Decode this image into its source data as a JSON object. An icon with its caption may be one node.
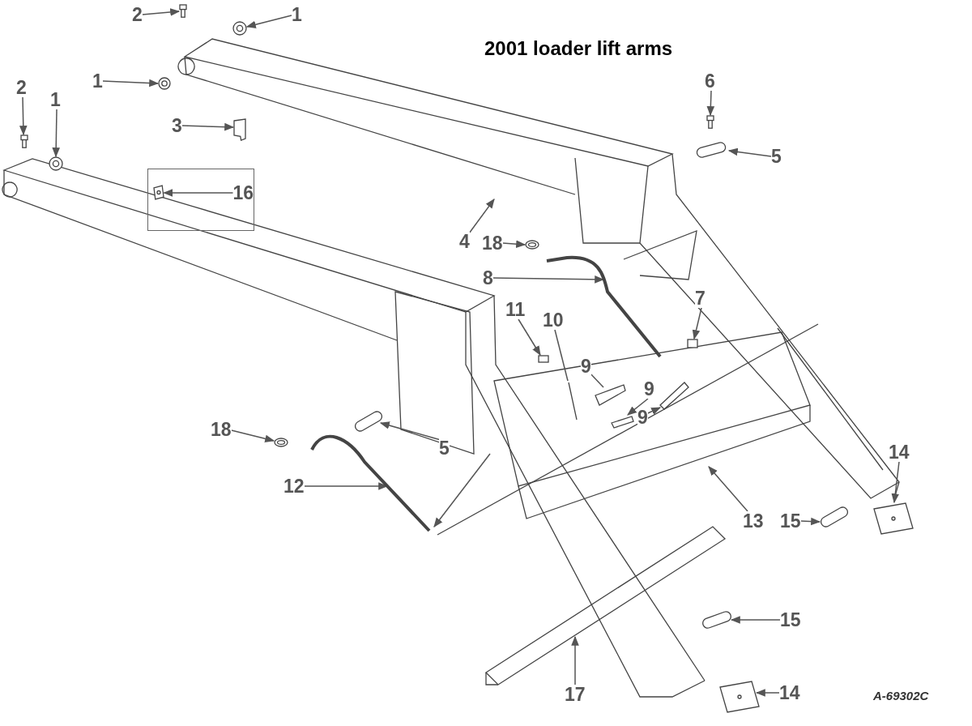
{
  "diagram": {
    "title": "2001 loader lift arms",
    "nodes": [
      {
        "text": [
          "2"
        ]
      },
      {
        "text": [
          "1"
        ]
      },
      {
        "text": [
          "1"
        ]
      },
      {
        "text": [
          "6"
        ]
      },
      {
        "text": [
          "2"
        ]
      },
      {
        "text": [
          "1"
        ]
      },
      {
        "text": [
          "3"
        ]
      },
      {
        "text": [
          "5"
        ]
      },
      {
        "text": [],
        "shape": "box"
      },
      {
        "text": [
          "16"
        ],
        "in": 8
      },
      {
        "text": [
          "4"
        ]
      },
      {
        "text": [
          "18"
        ]
      },
      {
        "text": [
          "8"
        ]
      },
      {
        "text": [
          "7"
        ]
      },
      {
        "text": [
          "11"
        ]
      },
      {
        "text": [
          "10"
        ]
      },
      {
        "text": [
          "9"
        ]
      },
      {
        "text": [
          "9"
        ]
      },
      {
        "text": [
          "9"
        ]
      },
      {
        "text": [
          "18"
        ]
      },
      {
        "text": [
          "5"
        ]
      },
      {
        "text": [
          "12"
        ]
      },
      {
        "text": [
          "14"
        ]
      },
      {
        "text": [
          "13"
        ]
      },
      {
        "text": [
          "15"
        ]
      },
      {
        "text": [
          "15"
        ]
      },
      {
        "text": [
          "14"
        ]
      },
      {
        "text": [
          "17"
        ]
      },
      {
        "text": [],
        "shape": "bolt"
      },
      {
        "text": [],
        "shape": "nut"
      },
      {
        "text": [],
        "shape": "nut"
      },
      {
        "text": [],
        "shape": "bolt"
      },
      {
        "text": [],
        "shape": "bracket"
      },
      {
        "text": [],
        "shape": "bolt"
      },
      {
        "text": [],
        "shape": "pin"
      },
      {
        "text": [],
        "shape": "nut"
      },
      {
        "text": [],
        "shape": "plate",
        "in": 8
      },
      {
        "text": [],
        "shape": "washer"
      },
      {
        "text": [],
        "shape": "hose"
      },
      {
        "text": [],
        "shape": "fitting"
      },
      {
        "text": [],
        "shape": "fitting"
      },
      {
        "text": [],
        "shape": "rod"
      },
      {
        "text": [],
        "shape": "clip"
      },
      {
        "text": [],
        "shape": "clip"
      },
      {
        "text": [],
        "shape": "clip"
      },
      {
        "text": [],
        "shape": "pin"
      },
      {
        "text": [],
        "shape": "washer"
      },
      {
        "text": [],
        "shape": "hose"
      },
      {
        "text": [],
        "shape": "plate"
      },
      {
        "text": [],
        "shape": "pin"
      },
      {
        "text": [],
        "shape": "pin"
      },
      {
        "text": [],
        "shape": "plate"
      }
    ],
    "edges": [
      {
        "from": 0,
        "to": 28,
        "arrow": "to"
      },
      {
        "from": 1,
        "to": 29,
        "arrow": "to"
      },
      {
        "from": 2,
        "to": 30,
        "arrow": "to"
      },
      {
        "from": 3,
        "to": 31,
        "arrow": "to"
      },
      {
        "from": 4,
        "to": 33,
        "arrow": "to"
      },
      {
        "from": 5,
        "to": 35,
        "arrow": "to"
      },
      {
        "from": 6,
        "to": 32,
        "arrow": "to"
      },
      {
        "from": 7,
        "to": 34,
        "arrow": "to"
      },
      {
        "from": 9,
        "to": 36,
        "arrow": "to"
      },
      {
        "from": 10,
        "to": null,
        "arrow": "to"
      },
      {
        "from": 11,
        "to": 37,
        "arrow": "to"
      },
      {
        "from": 12,
        "to": 38,
        "arrow": "to"
      },
      {
        "from": 13,
        "to": 39,
        "arrow": "to"
      },
      {
        "from": 14,
        "to": 40,
        "arrow": "to"
      },
      {
        "from": 15,
        "to": 41,
        "arrow": "none"
      },
      {
        "from": 16,
        "to": 42,
        "arrow": "none"
      },
      {
        "from": 17,
        "to": 44,
        "arrow": "to"
      },
      {
        "from": 18,
        "to": 43,
        "arrow": "to"
      },
      {
        "from": 19,
        "to": 46,
        "arrow": "to"
      },
      {
        "from": 20,
        "to": 45,
        "arrow": "to"
      },
      {
        "from": 21,
        "to": 47,
        "arrow": "to"
      },
      {
        "from": 22,
        "to": 48,
        "arrow": "to"
      },
      {
        "from": 23,
        "to": null,
        "arrow": "to"
      },
      {
        "from": 24,
        "to": 49,
        "arrow": "to"
      },
      {
        "from": 25,
        "to": 50,
        "arrow": "to"
      },
      {
        "from": 26,
        "to": 51,
        "arrow": "to"
      },
      {
        "from": 27,
        "to": null,
        "arrow": "to"
      },
      {
        "from": null,
        "to": 47,
        "arrow": "to"
      }
    ],
    "labels": [
      "A-69302C"
    ]
  }
}
